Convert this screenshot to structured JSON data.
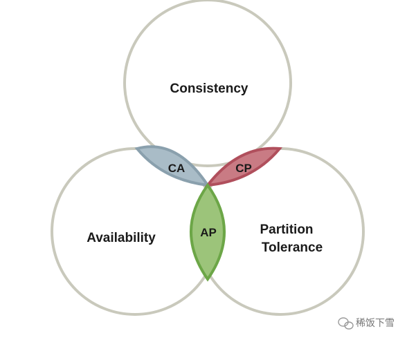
{
  "diagram": {
    "circles": {
      "consistency": "Consistency",
      "availability": "Availability",
      "partition_line1": "Partition",
      "partition_line2": "Tolerance"
    },
    "intersections": {
      "ca": "CA",
      "cp": "CP",
      "ap": "AP"
    },
    "colors": {
      "circle_stroke": "#c9c9bc",
      "ca_fill": "#a9bcc7",
      "cp_fill": "#c97b84",
      "ap_fill": "#9cc47a"
    }
  },
  "watermark": {
    "text": "稀饭下雪",
    "icon": "wechat-icon"
  }
}
